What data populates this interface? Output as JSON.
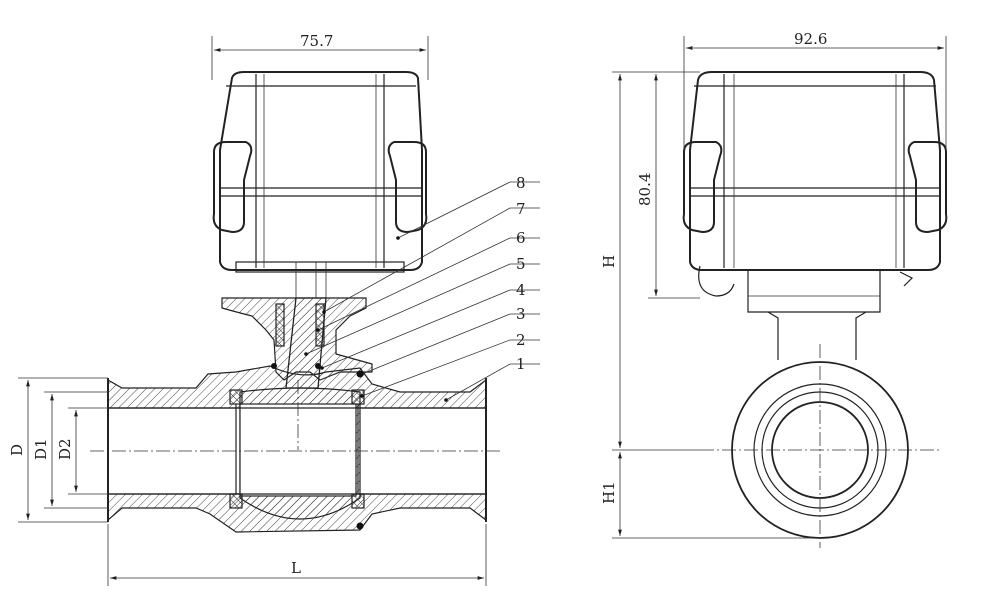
{
  "dimensions": {
    "front_width": "75.7",
    "side_width": "92.6",
    "actuator_height": "80.4",
    "overall_height": "H",
    "lower_height": "H1",
    "length": "L",
    "outer_diameter": "D",
    "diameter_1": "D1",
    "diameter_2": "D2"
  },
  "part_callouts": [
    "8",
    "7",
    "6",
    "5",
    "4",
    "3",
    "2",
    "1"
  ]
}
